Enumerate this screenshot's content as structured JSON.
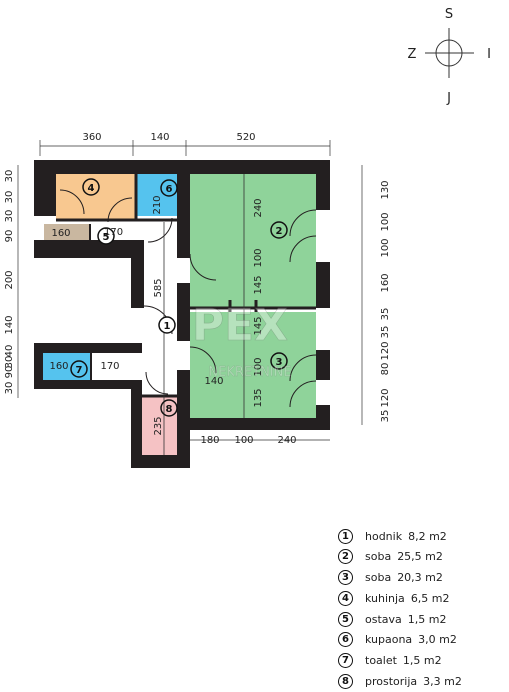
{
  "compass": {
    "north": "S",
    "south": "J",
    "west": "Z",
    "east": "I"
  },
  "watermark": {
    "main": "PEX",
    "sub": "NEKRETNINE"
  },
  "colors": {
    "wall": "#231f20",
    "room_green": "#8fd39a",
    "room_orange": "#f8c890",
    "room_blue": "#55c3ee",
    "room_tan": "#c9b7a0",
    "room_pink": "#f5c2c4"
  },
  "dims": {
    "top": [
      "360",
      "140",
      "520"
    ],
    "left": [
      "30",
      "30",
      "30",
      "90",
      "200",
      "140",
      "40",
      "30",
      "90",
      "30"
    ],
    "right": [
      "130",
      "100",
      "100",
      "160",
      "35",
      "35",
      "120",
      "80",
      "120",
      "35"
    ],
    "bottom": [
      "180",
      "100",
      "240"
    ],
    "inner": {
      "d210": "210",
      "d240": "240",
      "d100a": "100",
      "d145a": "145",
      "d145b": "145",
      "d100b": "100",
      "d135": "135",
      "d140": "140",
      "d585": "585",
      "d235": "235",
      "d160a": "160",
      "d170a": "170",
      "d160b": "160",
      "d170b": "170"
    }
  },
  "rooms": [
    {
      "num": "1",
      "name": "hodnik",
      "area": "8,2 m2"
    },
    {
      "num": "2",
      "name": "soba",
      "area": "25,5 m2"
    },
    {
      "num": "3",
      "name": "soba",
      "area": "20,3 m2"
    },
    {
      "num": "4",
      "name": "kuhinja",
      "area": "6,5 m2"
    },
    {
      "num": "5",
      "name": "ostava",
      "area": "1,5 m2"
    },
    {
      "num": "6",
      "name": "kupaona",
      "area": "3,0 m2"
    },
    {
      "num": "7",
      "name": "toalet",
      "area": "1,5 m2"
    },
    {
      "num": "8",
      "name": "prostorija",
      "area": "3,3 m2"
    }
  ]
}
